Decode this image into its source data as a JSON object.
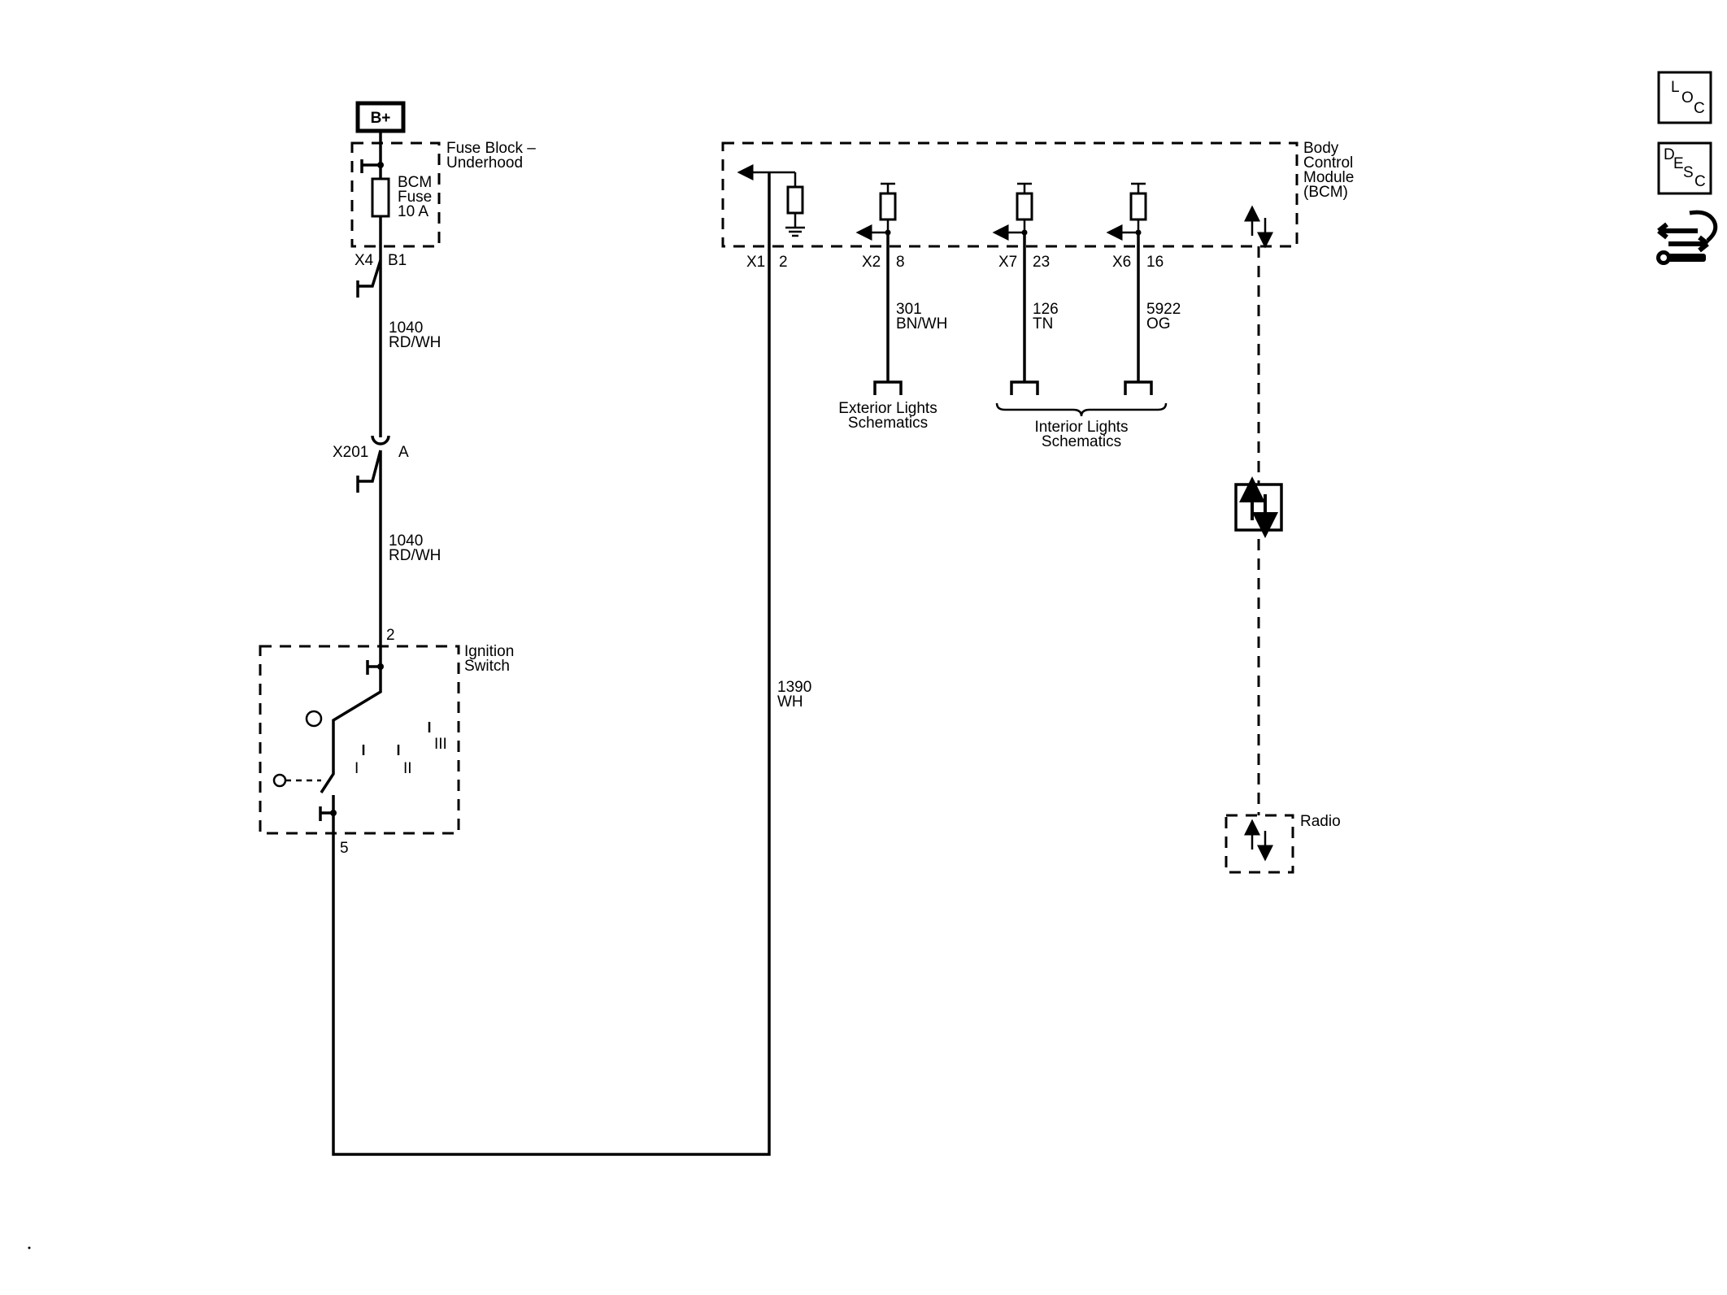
{
  "power": {
    "label": "B+"
  },
  "fuse_block": {
    "title_line1": "Fuse Block –",
    "title_line2": "Underhood",
    "fuse_line1": "BCM",
    "fuse_line2": "Fuse",
    "fuse_line3": "10 A",
    "connector": "X4",
    "pin": "B1"
  },
  "wires": {
    "w1040a": {
      "circuit": "1040",
      "color": "RD/WH"
    },
    "w1040b": {
      "circuit": "1040",
      "color": "RD/WH"
    },
    "w1390": {
      "circuit": "1390",
      "color": "WH"
    },
    "w301": {
      "circuit": "301",
      "color": "BN/WH"
    },
    "w126": {
      "circuit": "126",
      "color": "TN"
    },
    "w5922": {
      "circuit": "5922",
      "color": "OG"
    }
  },
  "inline_connector": {
    "name": "X201",
    "pin": "A"
  },
  "ignition_switch": {
    "title_line1": "Ignition",
    "title_line2": "Switch",
    "pin_top": "2",
    "pin_bottom": "5",
    "pos1": "I",
    "pos2": "II",
    "pos3": "III"
  },
  "bcm": {
    "title_line1": "Body",
    "title_line2": "Control",
    "title_line3": "Module",
    "title_line4": "(BCM)",
    "x1": {
      "connector": "X1",
      "pin": "2"
    },
    "x2": {
      "connector": "X2",
      "pin": "8"
    },
    "x7": {
      "connector": "X7",
      "pin": "23"
    },
    "x6": {
      "connector": "X6",
      "pin": "16"
    }
  },
  "refs": {
    "exterior_line1": "Exterior Lights",
    "exterior_line2": "Schematics",
    "interior_line1": "Interior Lights",
    "interior_line2": "Schematics"
  },
  "radio": {
    "label": "Radio"
  },
  "side_icons": {
    "loc": {
      "l": "L",
      "o": "O",
      "c": "C"
    },
    "desc": {
      "d": "D",
      "e": "E",
      "s": "S",
      "c": "C"
    },
    "tool_icon": "wrench-arrows-icon"
  }
}
